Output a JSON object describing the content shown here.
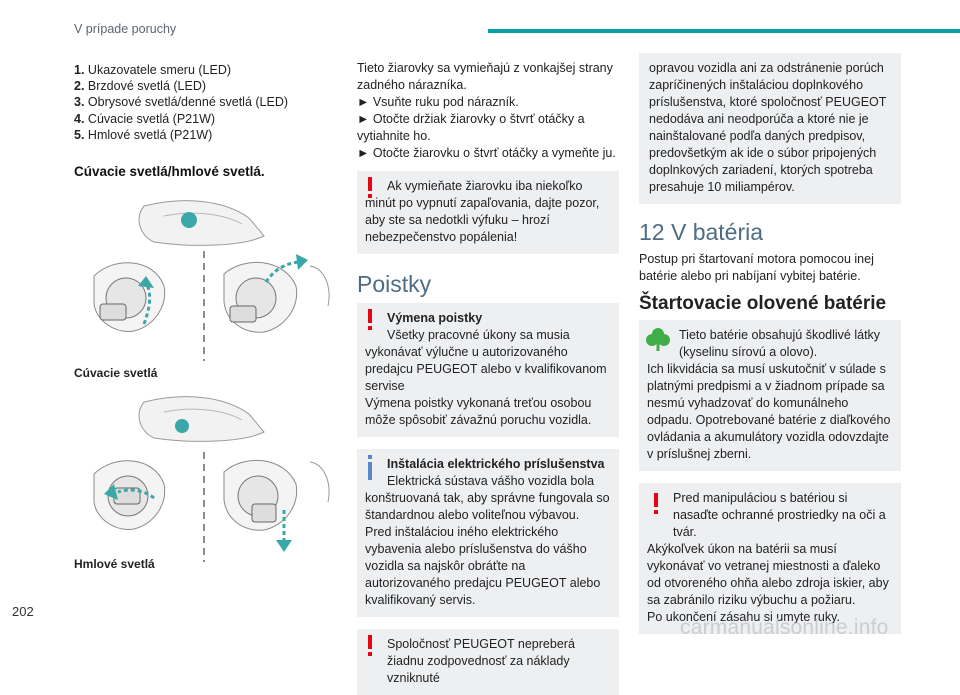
{
  "header": {
    "title": "V prípade poruchy"
  },
  "page_number": "202",
  "watermark": "carmanualsonline.info",
  "colors": {
    "accent": "#00a0a8",
    "warning": "#e30613",
    "info": "#5b86c9",
    "eco": "#3fae49",
    "box_bg": "#eeeff1",
    "section": "#4e6d82"
  },
  "col1": {
    "list": [
      {
        "num": "1.",
        "text": "Ukazovatele smeru (LED)"
      },
      {
        "num": "2.",
        "text": "Brzdové svetlá (LED)"
      },
      {
        "num": "3.",
        "text": "Obrysové svetlá/denné svetlá (LED)"
      },
      {
        "num": "4.",
        "text": "Cúvacie svetlá (P21W)"
      },
      {
        "num": "5.",
        "text": "Hmlové svetlá (P21W)"
      }
    ],
    "subhead": "Cúvacie svetlá/hmlové svetlá.",
    "caption1": "Cúvacie svetlá",
    "caption2": "Hmlové svetlá"
  },
  "col2": {
    "intro": "Tieto žiarovky sa vymieňajú z vonkajšej strany zadného nárazníka.",
    "steps": [
      "► Vsuňte ruku pod nárazník.",
      "► Otočte držiak žiarovky o štvrť otáčky a vytiahnite ho.",
      "► Otočte žiarovku o štvrť otáčky a vymeňte ju."
    ],
    "warn1": "Ak vymieňate žiarovku iba niekoľko minút po vypnutí zapaľovania, dajte pozor, aby ste sa nedotkli výfuku – hrozí nebezpečenstvo popálenia!",
    "section": "Poistky",
    "warn2_title": "Výmena poistky",
    "warn2_lines": [
      "Všetky pracovné úkony sa musia vykonávať výlučne u autorizovaného predajcu PEUGEOT alebo v kvalifikovanom servise",
      "Výmena poistky vykonaná treťou osobou môže spôsobiť závažnú poruchu vozidla."
    ],
    "info_title": "Inštalácia elektrického príslušenstva",
    "info_lines": [
      "Elektrická sústava vášho vozidla bola konštruovaná tak, aby správne fungovala so štandardnou alebo voliteľnou výbavou.",
      "Pred inštaláciou iného elektrického vybavenia alebo príslušenstva do vášho vozidla sa najskôr obráťte na autorizovaného predajcu PEUGEOT alebo kvalifikovaný servis."
    ],
    "warn3": "Spoločnosť PEUGEOT nepreberá žiadnu zodpovednosť za náklady vzniknuté"
  },
  "col3": {
    "cont": "opravou vozidla ani za odstránenie porúch zapríčinených inštaláciou doplnkového príslušenstva, ktoré spoločnosť PEUGEOT nedodáva ani neodporúča a ktoré nie je nainštalované podľa daných predpisov, predovšetkým ak ide o súbor pripojených doplnkových zariadení, ktorých spotreba presahuje 10 miliampérov.",
    "section": "12 V batéria",
    "intro": "Postup pri štartovaní motora pomocou inej batérie alebo pri nabíjaní vybitej batérie.",
    "sub": "Štartovacie olovené batérie",
    "eco_first": "Tieto batérie obsahujú škodlivé látky (kyselinu sírovú a olovo).",
    "eco_rest": "Ich likvidácia sa musí uskutočniť v súlade s platnými predpismi a v žiadnom prípade sa nesmú vyhadzovať do komunálneho odpadu. Opotrebované batérie z diaľkového ovládania a akumulátory vozidla odovzdajte v príslušnej zberni.",
    "warn_first": "Pred manipuláciou s batériou si nasaďte ochranné prostriedky na oči a tvár.",
    "warn_lines": [
      "Akýkoľvek úkon na batérii sa musí vykonávať vo vetranej miestnosti a ďaleko od otvoreného ohňa alebo zdroja iskier, aby sa zabránilo riziku výbuchu a požiaru.",
      "Po ukončení zásahu si umyte ruky."
    ]
  }
}
